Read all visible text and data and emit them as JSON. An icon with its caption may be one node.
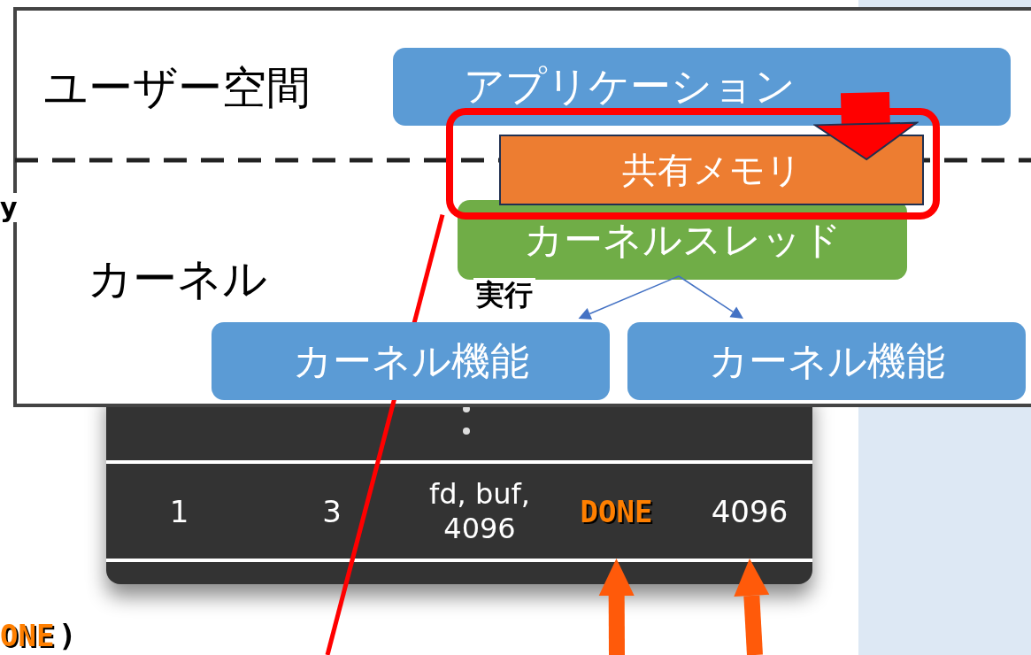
{
  "diagram": {
    "nodes": [
      {
        "text": [
          "ユーザー空間",
          "カーネル"
        ]
      },
      {
        "text": [
          "アプリケーション"
        ],
        "in": 0
      },
      {
        "text": [],
        "shape": "box",
        "in": 0
      },
      {
        "text": [
          "共有メモリ"
        ],
        "in": 2
      },
      {
        "text": [
          "カーネルスレッド"
        ],
        "in": 0
      },
      {
        "text": [
          "カーネル機能"
        ],
        "in": 0
      },
      {
        "text": [
          "カーネル機能"
        ],
        "in": 0
      },
      {
        "text": [
          "1"
        ]
      },
      {
        "text": [
          "3"
        ]
      },
      {
        "text": [
          "fd, buf, 4096"
        ]
      },
      {
        "text": [
          "DONE"
        ]
      },
      {
        "text": [
          "4096"
        ]
      }
    ],
    "edges": [
      {
        "from": 1,
        "to": 3,
        "arrow": "to",
        "style": "thick",
        "color": "#ff0000"
      },
      {
        "from": 4,
        "to": 5,
        "arrow": "to",
        "label": "実行",
        "color": "#4472c4"
      },
      {
        "from": 4,
        "to": 6,
        "arrow": "to",
        "color": "#4472c4"
      },
      {
        "from": 2,
        "to": null,
        "arrow": "none",
        "color": "#ff0000"
      },
      {
        "from": null,
        "to": 10,
        "arrow": "to",
        "style": "thick",
        "color": "#ff5a0a"
      },
      {
        "from": null,
        "to": 11,
        "arrow": "to",
        "style": "thick",
        "color": "#ff5a0a"
      }
    ],
    "labels": [
      "y",
      "ONE",
      ")"
    ]
  }
}
